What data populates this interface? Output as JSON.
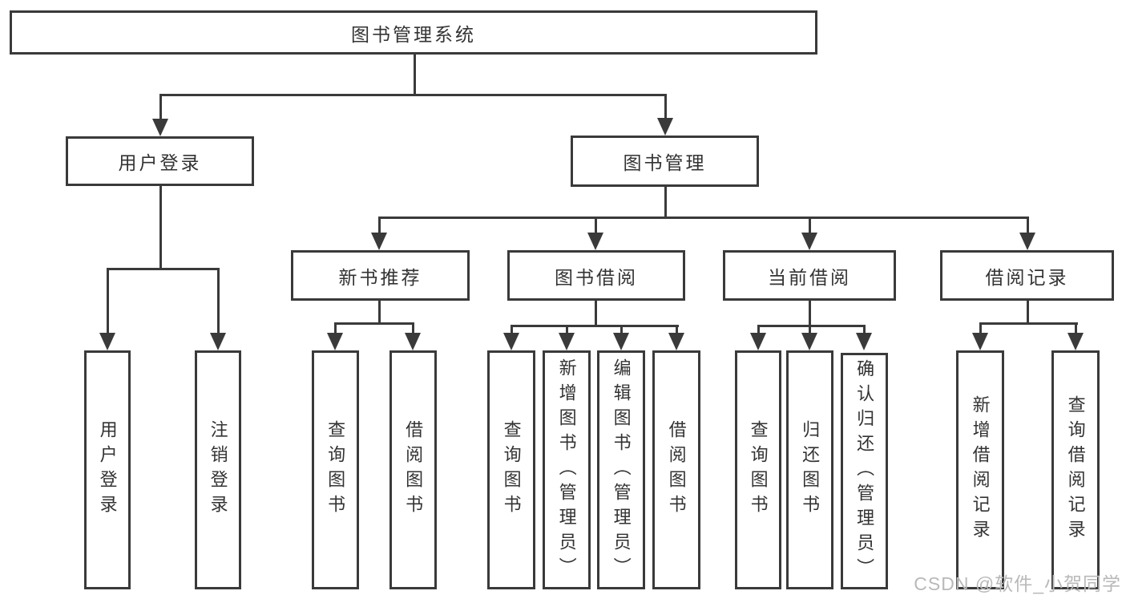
{
  "tree": {
    "root": "图书管理系统",
    "children": [
      {
        "label": "用户登录",
        "children": [
          {
            "label": "用户登录"
          },
          {
            "label": "注销登录"
          }
        ]
      },
      {
        "label": "图书管理",
        "children": [
          {
            "label": "新书推荐",
            "children": [
              {
                "label": "查询图书"
              },
              {
                "label": "借阅图书"
              }
            ]
          },
          {
            "label": "图书借阅",
            "children": [
              {
                "label": "查询图书"
              },
              {
                "label": "新增图书（管理员）"
              },
              {
                "label": "编辑图书（管理员）"
              },
              {
                "label": "借阅图书"
              }
            ]
          },
          {
            "label": "当前借阅",
            "children": [
              {
                "label": "查询图书"
              },
              {
                "label": "归还图书"
              },
              {
                "label": "确认归还（管理员）"
              }
            ]
          },
          {
            "label": "借阅记录",
            "children": [
              {
                "label": "新增借阅记录"
              },
              {
                "label": "查询借阅记录"
              }
            ]
          }
        ]
      }
    ]
  },
  "watermark": "CSDN @软件_小贺同学",
  "colors": {
    "line": "#3a3a3a",
    "text": "#333333",
    "watermark": "#b9b9b9",
    "background": "#ffffff"
  }
}
